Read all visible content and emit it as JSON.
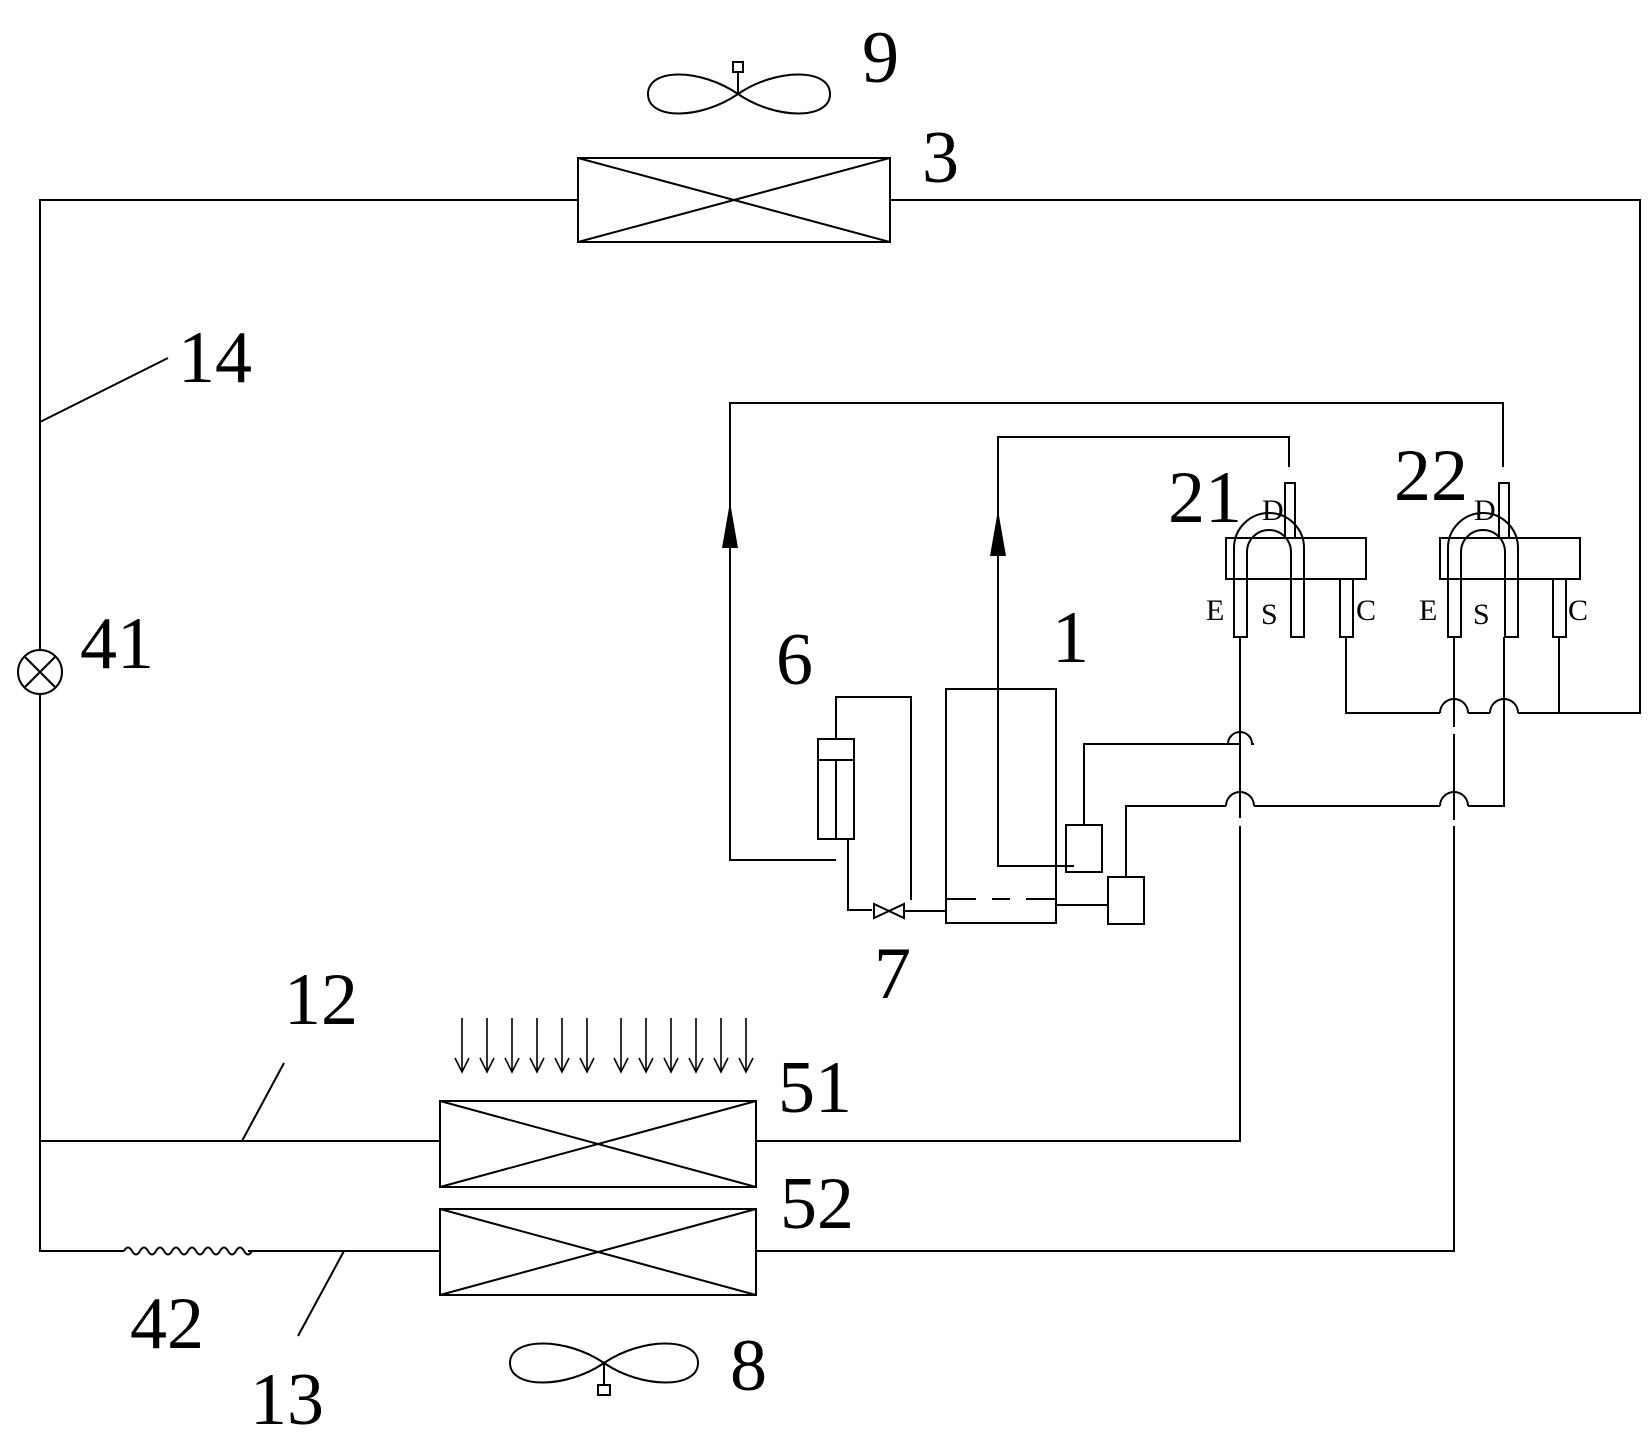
{
  "labels": {
    "fan_top": "9",
    "condenser": "3",
    "pipe_14": "14",
    "valve_41": "41",
    "compressor_21": "21",
    "compressor_22": "22",
    "separator_6": "6",
    "component_1": "1",
    "valve_7": "7",
    "pipe_12": "12",
    "evaporator_51": "51",
    "evaporator_52": "52",
    "capillary_42": "42",
    "pipe_13": "13",
    "fan_bottom": "8"
  },
  "ports": {
    "discharge": "D",
    "suction": "S",
    "port_e": "E",
    "port_c": "C"
  }
}
